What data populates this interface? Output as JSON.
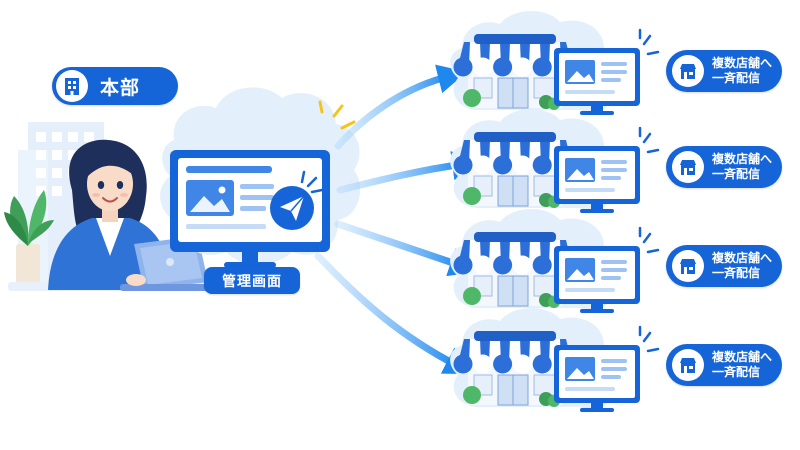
{
  "headquarters": {
    "label": "本部",
    "icon": "building-icon"
  },
  "admin": {
    "label": "管理画面",
    "send_icon": "paper-plane-icon"
  },
  "stores": [
    {
      "line1": "複数店舗へ",
      "line2": "一斉配信",
      "icon": "store-icon"
    },
    {
      "line1": "複数店舗へ",
      "line2": "一斉配信",
      "icon": "store-icon"
    },
    {
      "line1": "複数店舗へ",
      "line2": "一斉配信",
      "icon": "store-icon"
    },
    {
      "line1": "複数店舗へ",
      "line2": "一斉配信",
      "icon": "store-icon"
    }
  ],
  "colors": {
    "primary": "#1565d8",
    "arrow": "#2b8ef0",
    "cloud": "#e3f0fc",
    "awning": "#2c6fd8",
    "accent_yellow": "#f6c31c"
  }
}
